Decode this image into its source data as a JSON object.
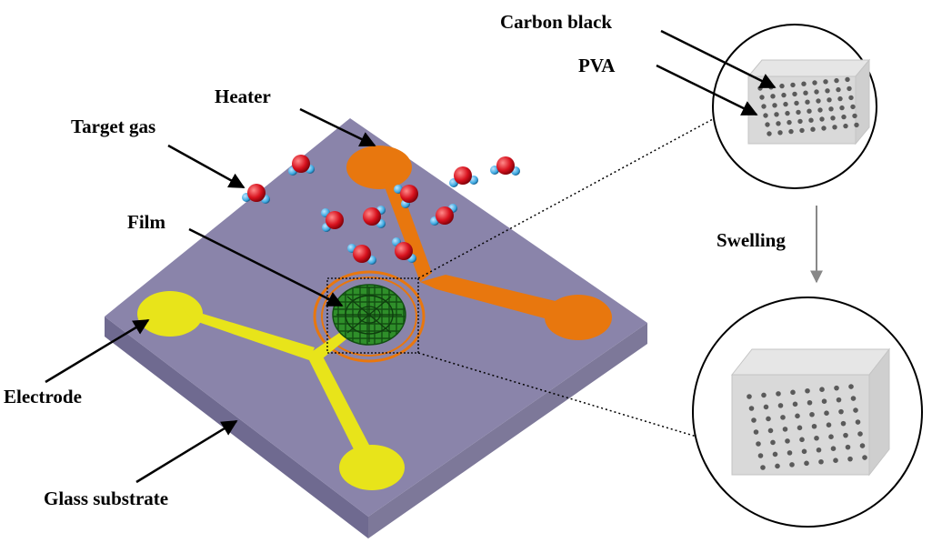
{
  "labels": {
    "heater": "Heater",
    "target_gas": "Target gas",
    "film": "Film",
    "electrode": "Electrode",
    "glass_substrate": "Glass substrate",
    "carbon_black": "Carbon black",
    "pva": "PVA",
    "swelling": "Swelling"
  },
  "colors": {
    "substrate_top": "#8a84aa",
    "substrate_side_left": "#6f6a90",
    "substrate_side_right": "#7d7899",
    "heater": "#e8770e",
    "electrode": "#e8e41a",
    "film": "#2e8b2a",
    "oxygen": "#d8121e",
    "hydrogen": "#3aa6df",
    "box_face": "#d7d7d7",
    "particle": "#5a5a5a"
  }
}
